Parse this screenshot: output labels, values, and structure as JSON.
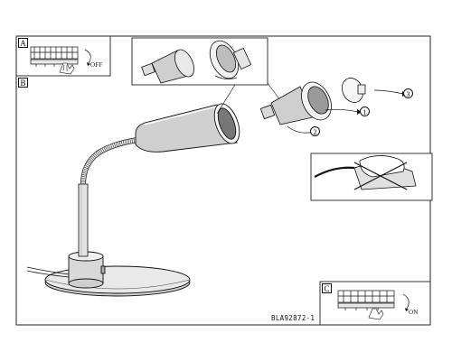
{
  "panels": {
    "a": {
      "letter": "A",
      "switch_state": "OFF"
    },
    "b": {
      "letter": "B"
    },
    "c": {
      "letter": "C",
      "switch_state": "ON"
    }
  },
  "steps": [
    "1",
    "2",
    "3"
  ],
  "document_code": "BLA92872-1"
}
